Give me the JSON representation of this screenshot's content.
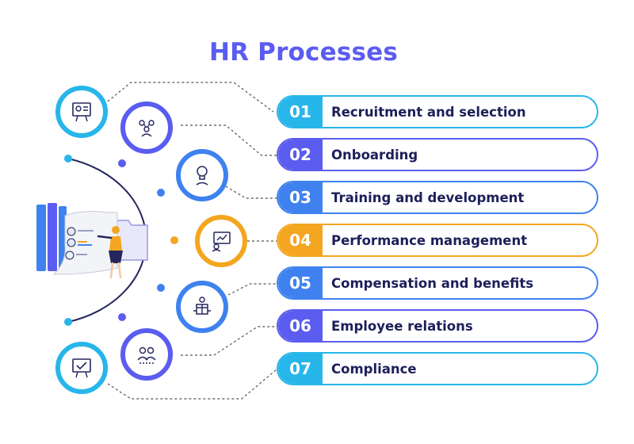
{
  "title": "HR Processes",
  "colors": {
    "cyan": "#27b6ea",
    "blue": "#3f82ef",
    "indigo": "#5b5cf0",
    "orange": "#f4a620",
    "navy": "#1d1f5a",
    "arc": "#25265c",
    "dashed": "#555555"
  },
  "processes": [
    {
      "num": "01",
      "label": "Recruitment and selection",
      "color": "#27b6ea",
      "icon": "recruitment-board-icon"
    },
    {
      "num": "02",
      "label": "Onboarding",
      "color": "#5b5cf0",
      "icon": "team-onboarding-icon"
    },
    {
      "num": "03",
      "label": "Training and development",
      "color": "#3f82ef",
      "icon": "idea-lightbulb-icon"
    },
    {
      "num": "04",
      "label": "Performance management",
      "color": "#f4a620",
      "icon": "performance-presentation-icon"
    },
    {
      "num": "05",
      "label": "Compensation and benefits",
      "color": "#3f82ef",
      "icon": "money-gift-icon"
    },
    {
      "num": "06",
      "label": "Employee relations",
      "color": "#5b5cf0",
      "icon": "employee-group-icon"
    },
    {
      "num": "07",
      "label": "Compliance",
      "color": "#27b6ea",
      "icon": "compliance-board-icon"
    }
  ],
  "illustration": {
    "icon": "hr-presenter-illustration"
  }
}
